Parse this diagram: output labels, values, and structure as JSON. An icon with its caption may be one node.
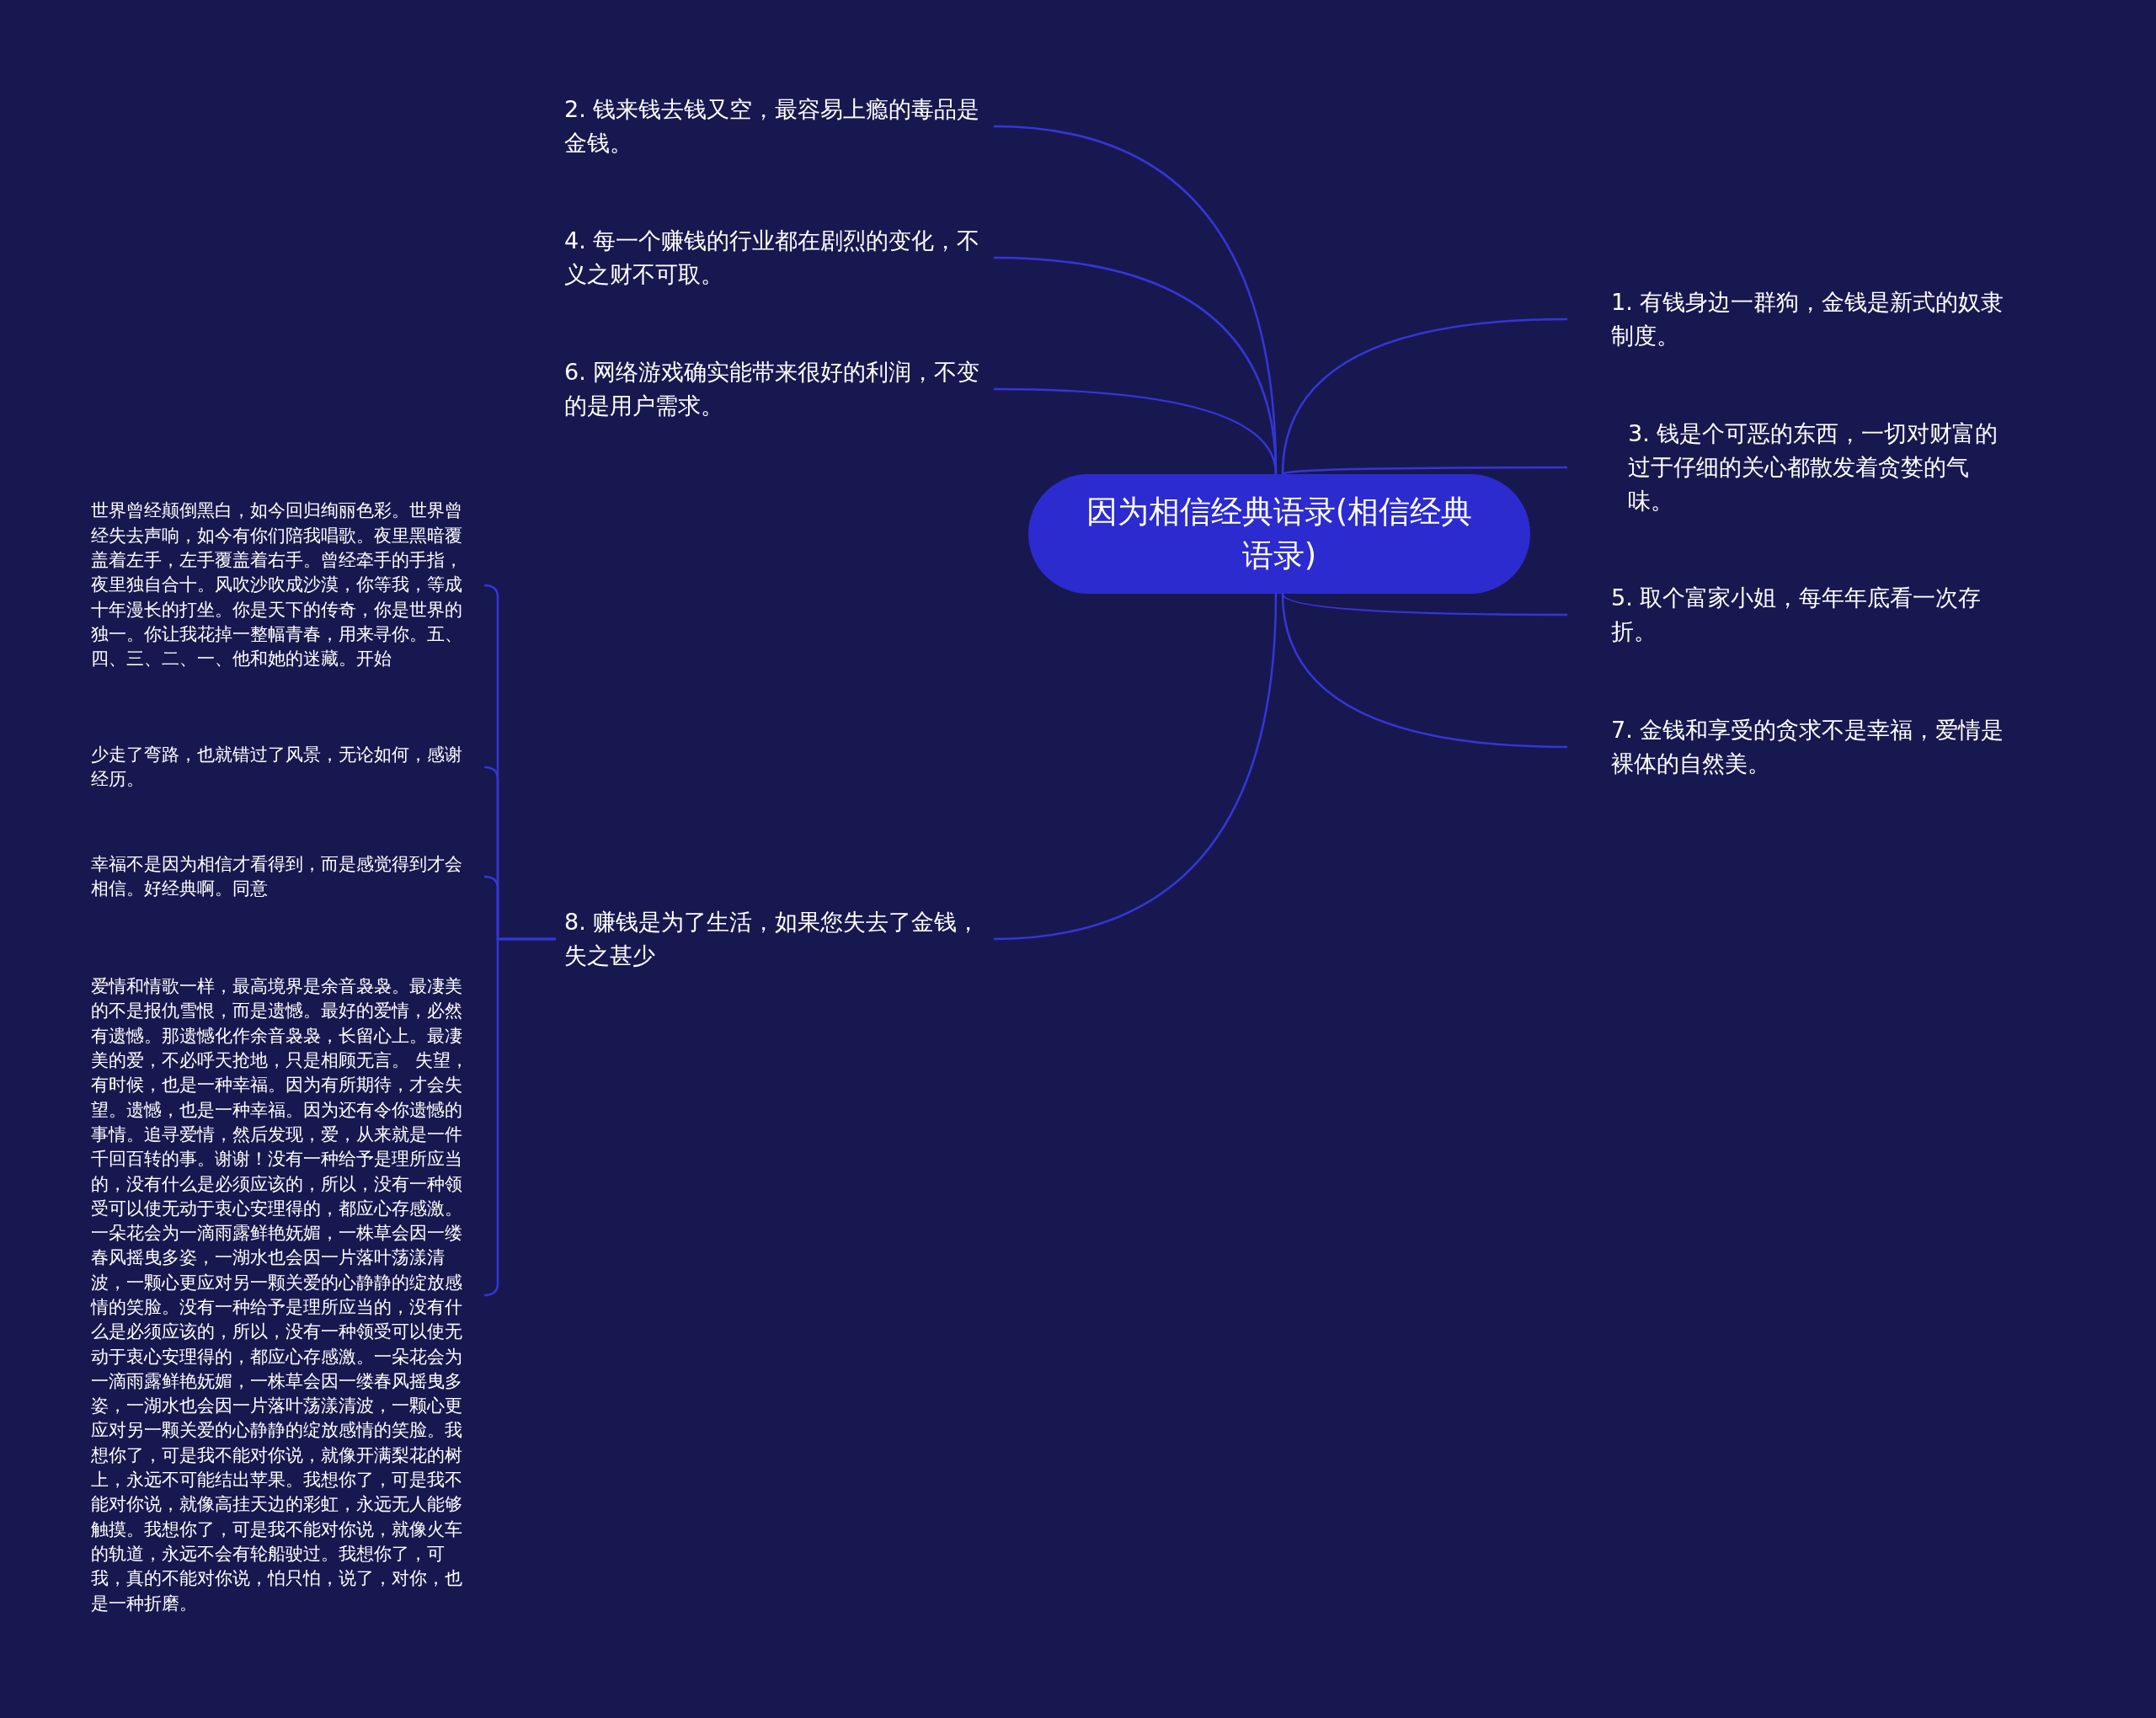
{
  "diagram": {
    "nodes": [
      {
        "text": [
          "因为相信经典语录(相信经典语录)"
        ]
      },
      {
        "text": [
          "2. 钱来钱去钱又空，最容易上瘾的毒品是金钱。"
        ]
      },
      {
        "text": [
          "4. 每一个赚钱的行业都在剧烈的变化，不义之财不可取。"
        ]
      },
      {
        "text": [
          "6. 网络游戏确实能带来很好的利润，不变的是用户需求。"
        ]
      },
      {
        "text": [
          "8. 赚钱是为了生活，如果您失去了金钱，失之甚少"
        ]
      },
      {
        "text": [
          "1. 有钱身边一群狗，金钱是新式的奴隶制度。"
        ]
      },
      {
        "text": [
          "3. 钱是个可恶的东西，一切对财富的过于仔细的关心都散发着贪婪的气味。"
        ]
      },
      {
        "text": [
          "5. 取个富家小姐，每年年底看一次存折。"
        ]
      },
      {
        "text": [
          "7. 金钱和享受的贪求不是幸福，爱情是裸体的自然美。"
        ]
      },
      {
        "text": [
          "世界曾经颠倒黑白，如今回归绚丽色彩。世界曾经失去声响，如今有你们陪我唱歌。夜里黑暗覆盖着左手，左手覆盖着右手。曾经牵手的手指，夜里独自合十。风吹沙吹成沙漠，你等我，等成十年漫长的打坐。你是天下的传奇，你是世界的独一。你让我花掉一整幅青春，用来寻你。五、四、三、二、一、他和她的迷藏。开始"
        ]
      },
      {
        "text": [
          "少走了弯路，也就错过了风景，无论如何，感谢经历。"
        ]
      },
      {
        "text": [
          "幸福不是因为相信才看得到，而是感觉得到才会相信。好经典啊。同意"
        ]
      },
      {
        "text": [
          "爱情和情歌一样，最高境界是余音袅袅。最凄美的不是报仇雪恨，而是遗憾。最好的爱情，必然有遗憾。那遗憾化作余音袅袅，长留心上。最凄美的爱，不必呼天抢地，只是相顾无言。 失望，有时候，也是一种幸福。因为有所期待，才会失望。遗憾，也是一种幸福。因为还有令你遗憾的事情。追寻爱情，然后发现，爱，从来就是一件千回百转的事。谢谢！没有一种给予是理所应当的，没有什么是必须应该的，所以，没有一种领受可以使无动于衷心安理得的，都应心存感激。一朵花会为一滴雨露鲜艳妩媚，一株草会因一缕春风摇曳多姿，一湖水也会因一片落叶荡漾清波，一颗心更应对另一颗关爱的心静静的绽放感情的笑脸。没有一种给予是理所应当的，没有什么是必须应该的，所以，没有一种领受可以使无动于衷心安理得的，都应心存感激。一朵花会为一滴雨露鲜艳妩媚，一株草会因一缕春风摇曳多姿，一湖水也会因一片落叶荡漾清波，一颗心更应对另一颗关爱的心静静的绽放感情的笑脸。我想你了，可是我不能对你说，就像开满梨花的树上，永远不可能结出苹果。我想你了，可是我不能对你说，就像高挂天边的彩虹，永远无人能够触摸。我想你了，可是我不能对你说，就像火车的轨道，永远不会有轮船驶过。我想你了，可我，真的不能对你说，怕只怕，说了，对你，也是一种折磨。"
        ]
      }
    ],
    "edges": [
      {
        "from": 0,
        "to": 1,
        "arrow": "none"
      },
      {
        "from": 0,
        "to": 2,
        "arrow": "none"
      },
      {
        "from": 0,
        "to": 3,
        "arrow": "none"
      },
      {
        "from": 0,
        "to": 4,
        "arrow": "none"
      },
      {
        "from": 0,
        "to": 5,
        "arrow": "none"
      },
      {
        "from": 0,
        "to": 6,
        "arrow": "none"
      },
      {
        "from": 0,
        "to": 7,
        "arrow": "none"
      },
      {
        "from": 0,
        "to": 8,
        "arrow": "none"
      },
      {
        "from": 4,
        "to": 9,
        "arrow": "none"
      },
      {
        "from": 4,
        "to": 10,
        "arrow": "none"
      },
      {
        "from": 4,
        "to": 11,
        "arrow": "none"
      },
      {
        "from": 4,
        "to": 12,
        "arrow": "none"
      }
    ]
  }
}
